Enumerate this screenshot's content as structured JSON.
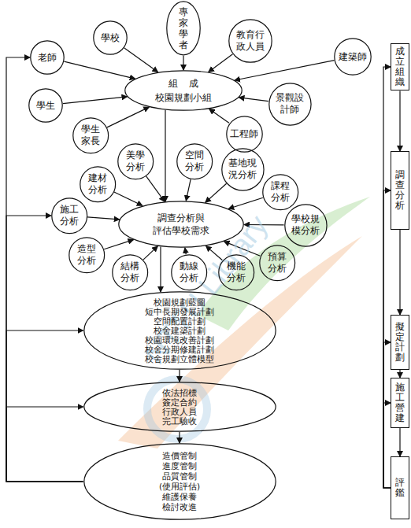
{
  "diagram": {
    "nodes": [
      {
        "text": [
          "老師"
        ]
      },
      {
        "text": [
          "學校"
        ]
      },
      {
        "text": [
          "專家學者"
        ]
      },
      {
        "text": [
          "教育行政人員"
        ]
      },
      {
        "text": [
          "建築師"
        ]
      },
      {
        "text": [
          "景觀設計師"
        ]
      },
      {
        "text": [
          "工程師"
        ]
      },
      {
        "text": [
          "學生家長"
        ]
      },
      {
        "text": [
          "學生"
        ]
      },
      {
        "text": [
          "組成",
          "校園規劃小組"
        ]
      },
      {
        "text": [
          "空間分析"
        ]
      },
      {
        "text": [
          "美學分析"
        ]
      },
      {
        "text": [
          "基地現況分析"
        ]
      },
      {
        "text": [
          "課程分析"
        ]
      },
      {
        "text": [
          "建材分析"
        ]
      },
      {
        "text": [
          "學校規模分析"
        ]
      },
      {
        "text": [
          "施工分析"
        ]
      },
      {
        "text": [
          "預算分析"
        ]
      },
      {
        "text": [
          "造型分析"
        ]
      },
      {
        "text": [
          "機能分析"
        ]
      },
      {
        "text": [
          "結構分析"
        ]
      },
      {
        "text": [
          "動線分析"
        ]
      },
      {
        "text": [
          "調查分析與",
          "評估學校需求"
        ]
      },
      {
        "text": [
          "校園規劃藍圖",
          "短中長期發展計劃",
          "空間配置計劃",
          "校舍建築計劃",
          "校園環境改善計劃",
          "校舍分期修建計劃",
          "校舍規劃立體模型"
        ]
      },
      {
        "text": [
          "依法招標",
          "簽定合約",
          "行政人員",
          "完工驗收"
        ]
      },
      {
        "text": [
          "造價管制",
          "進度管制",
          "品質管制",
          "(使用評估)",
          "維護保養",
          "檢討改進"
        ]
      },
      {
        "text": [
          "成立組織"
        ]
      },
      {
        "text": [
          "調查分析"
        ]
      },
      {
        "text": [
          "擬定計劃"
        ]
      },
      {
        "text": [
          "施工營建"
        ]
      },
      {
        "text": [
          "評鑑"
        ]
      }
    ],
    "edges": [
      {
        "from": 0,
        "to": 9,
        "arrow": "to"
      },
      {
        "from": 1,
        "to": 9,
        "arrow": "to"
      },
      {
        "from": 2,
        "to": 9,
        "arrow": "to"
      },
      {
        "from": 3,
        "to": 9,
        "arrow": "to"
      },
      {
        "from": 4,
        "to": 9,
        "arrow": "to"
      },
      {
        "from": 5,
        "to": 9,
        "arrow": "to"
      },
      {
        "from": 6,
        "to": 9,
        "arrow": "to"
      },
      {
        "from": 7,
        "to": 9,
        "arrow": "to"
      },
      {
        "from": 8,
        "to": 9,
        "arrow": "to"
      },
      {
        "from": 9,
        "to": 22,
        "arrow": "to"
      },
      {
        "from": 10,
        "to": 22,
        "arrow": "to"
      },
      {
        "from": 11,
        "to": 22,
        "arrow": "to"
      },
      {
        "from": 12,
        "to": 22,
        "arrow": "to"
      },
      {
        "from": 13,
        "to": 22,
        "arrow": "to"
      },
      {
        "from": 14,
        "to": 22,
        "arrow": "to"
      },
      {
        "from": 15,
        "to": 22,
        "arrow": "to"
      },
      {
        "from": 16,
        "to": 22,
        "arrow": "to"
      },
      {
        "from": 17,
        "to": 22,
        "arrow": "to"
      },
      {
        "from": 18,
        "to": 22,
        "arrow": "to"
      },
      {
        "from": 19,
        "to": 22,
        "arrow": "to"
      },
      {
        "from": 20,
        "to": 22,
        "arrow": "to"
      },
      {
        "from": 21,
        "to": 22,
        "arrow": "to"
      },
      {
        "from": 22,
        "to": 23,
        "arrow": "to"
      },
      {
        "from": 23,
        "to": 24,
        "arrow": "to"
      },
      {
        "from": 24,
        "to": 25,
        "arrow": "to"
      },
      {
        "from": 25,
        "to": 0,
        "arrow": "to"
      },
      {
        "from": 25,
        "to": 16,
        "arrow": "to"
      },
      {
        "from": 25,
        "to": 23,
        "arrow": "to"
      },
      {
        "from": 25,
        "to": 24,
        "arrow": "to"
      },
      {
        "from": 26,
        "to": 27,
        "arrow": "to"
      },
      {
        "from": 27,
        "to": 28,
        "arrow": "to"
      },
      {
        "from": 28,
        "to": 29,
        "arrow": "to"
      },
      {
        "from": 29,
        "to": 30,
        "arrow": "to"
      },
      {
        "from": 30,
        "to": 26,
        "arrow": "to"
      },
      {
        "from": 30,
        "to": 27,
        "arrow": "to"
      },
      {
        "from": 30,
        "to": 28,
        "arrow": "to"
      },
      {
        "from": 30,
        "to": 29,
        "arrow": "to"
      }
    ],
    "labels": [
      "NTTU Library"
    ]
  }
}
